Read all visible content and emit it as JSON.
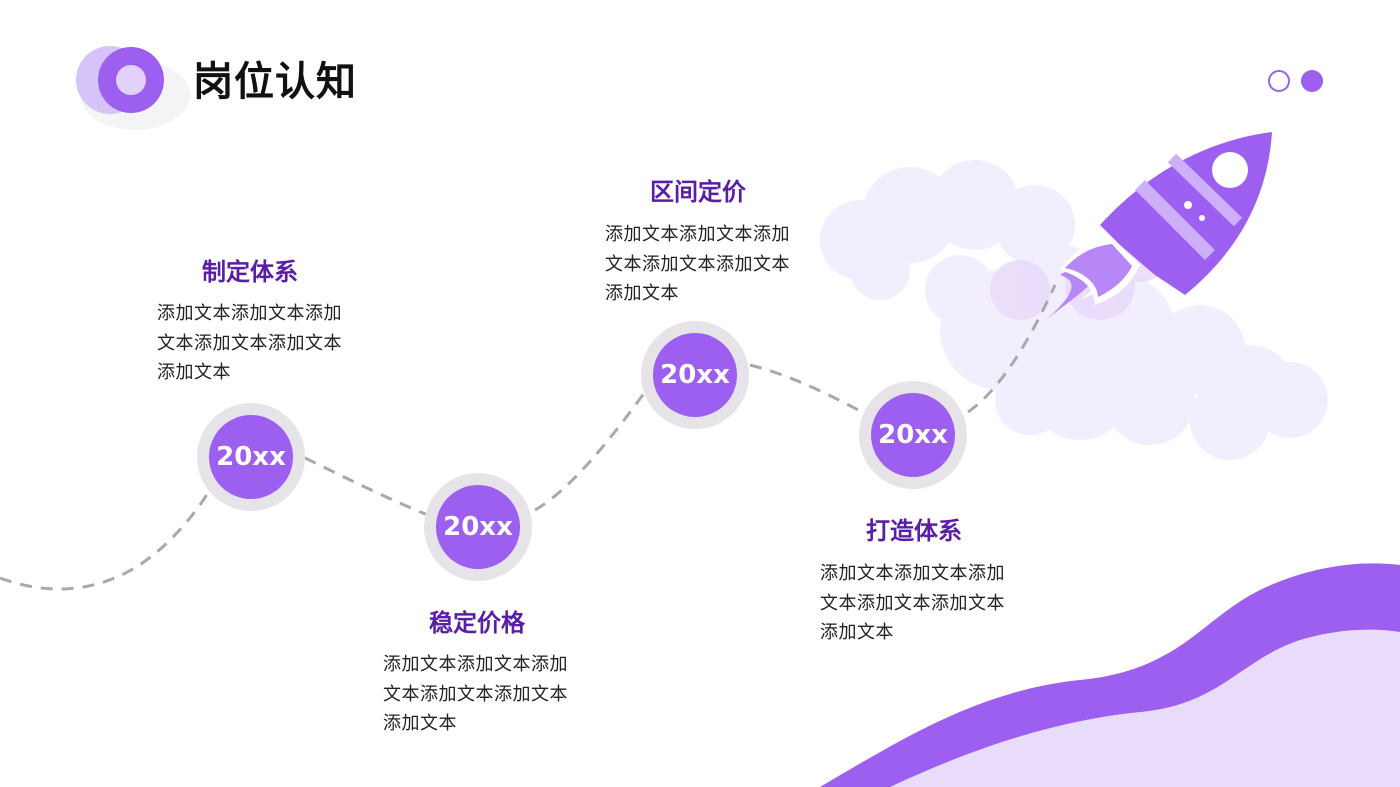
{
  "header": {
    "title": "岗位认知"
  },
  "steps": [
    {
      "year": "20xx",
      "title": "制定体系",
      "text": "添加文本添加文本添加文本添加文本添加文本添加文本"
    },
    {
      "year": "20xx",
      "title": "稳定价格",
      "text": "添加文本添加文本添加文本添加文本添加文本添加文本"
    },
    {
      "year": "20xx",
      "title": "区间定价",
      "text": "添加文本添加文本添加文本添加文本添加文本添加文本"
    },
    {
      "year": "20xx",
      "title": "打造体系",
      "text": "添加文本添加文本添加文本添加文本添加文本添加文本"
    }
  ],
  "colors": {
    "accent": "#9c5ff0",
    "accent_light": "#e9dcfb",
    "title_text": "#5a1ea6",
    "node_ring": "#e6e4e8",
    "path": "#a9a9a9"
  },
  "icons": [
    "double-circle-logo-icon",
    "pagination-dots-icon",
    "rocket-icon",
    "cloud-icon",
    "wave-decoration"
  ]
}
